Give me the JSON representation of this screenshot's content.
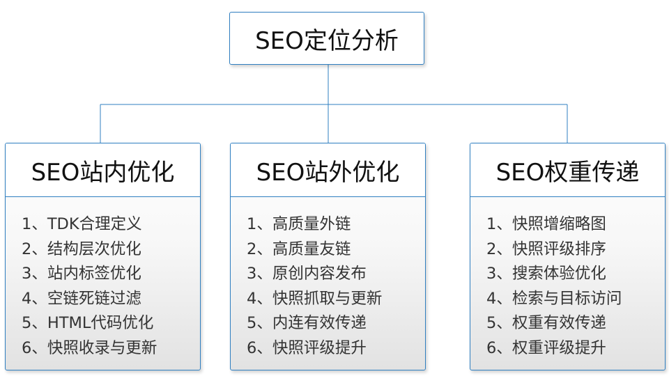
{
  "root": {
    "title": "SEO定位分析"
  },
  "branches": [
    {
      "title": "SEO站内优化",
      "items": [
        "1、TDK合理定义",
        "2、结构层次优化",
        "3、站内标签优化",
        "4、空链死链过滤",
        "5、HTML代码优化",
        "6、快照收录与更新"
      ]
    },
    {
      "title": "SEO站外优化",
      "items": [
        "1、高质量外链",
        "2、高质量友链",
        "3、原创内容发布",
        "4、快照抓取与更新",
        "5、内连有效传递",
        "6、快照评级提升"
      ]
    },
    {
      "title": "SEO权重传递",
      "items": [
        "1、快照增缩略图",
        "2、快照评级排序",
        "3、搜索体验优化",
        "4、检索与目标访问",
        "5、权重有效传递",
        "6、权重评级提升"
      ]
    }
  ],
  "colors": {
    "border": "#2f7fc1",
    "connector": "#2f7fc1",
    "text": "#111111",
    "item_text": "#333333"
  }
}
